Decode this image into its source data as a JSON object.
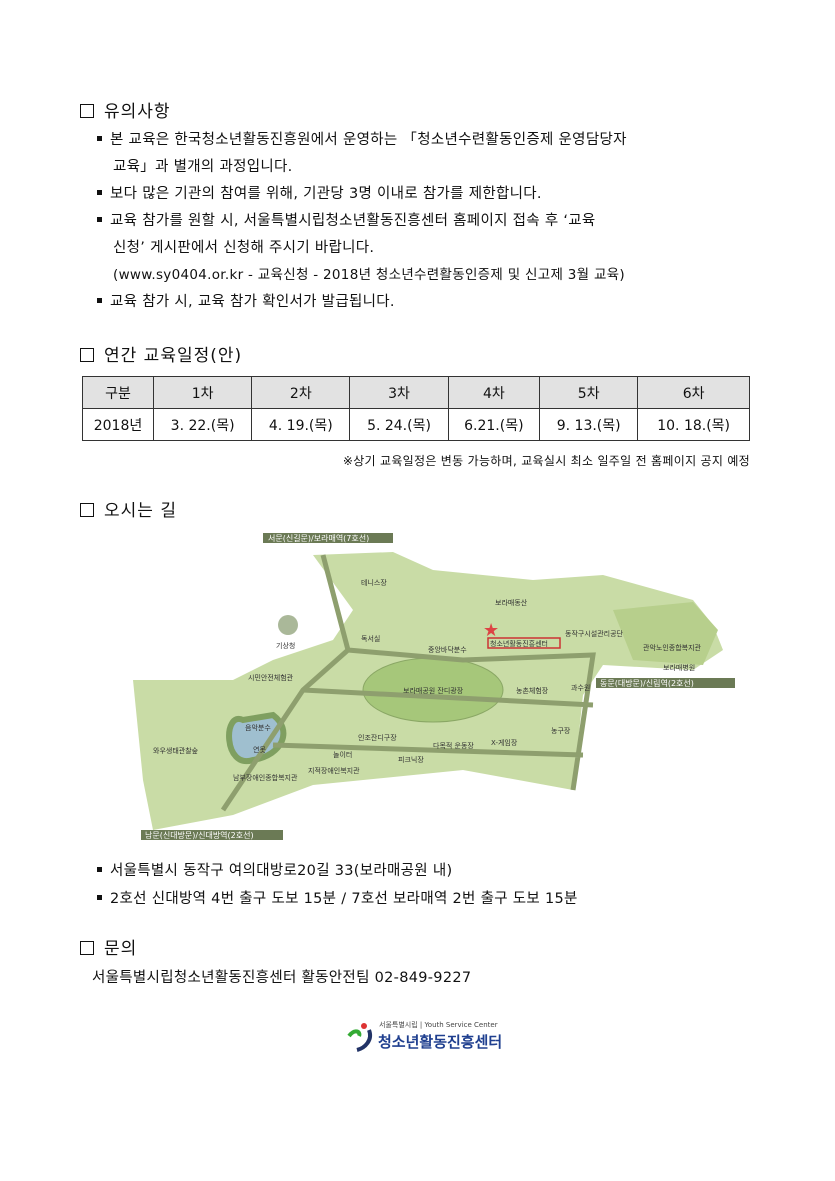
{
  "notes": {
    "heading": "유의사항",
    "items": [
      {
        "lines": [
          "본 교육은 한국청소년활동진흥원에서 운영하는 「청소년수련활동인증제 운영담당자",
          "교육」과 별개의 과정입니다."
        ]
      },
      {
        "lines": [
          "보다 많은 기관의 참여를 위해, 기관당 3명 이내로 참가를 제한합니다."
        ]
      },
      {
        "lines": [
          "교육 참가를 원할 시, 서울특별시립청소년활동진흥센터 홈페이지 접속 후 ‘교육",
          "신청’ 게시판에서 신청해 주시기 바랍니다.",
          "(www.sy0404.or.kr - 교육신청 - 2018년 청소년수련활동인증제 및 신고제 3월 교육)"
        ]
      },
      {
        "lines": [
          "교육 참가 시, 교육 참가 확인서가 발급됩니다."
        ]
      }
    ]
  },
  "schedule": {
    "heading": "연간 교육일정(안)",
    "columns": [
      "구분",
      "1차",
      "2차",
      "3차",
      "4차",
      "5차",
      "6차"
    ],
    "row": [
      "2018년",
      "3. 22.(목)",
      "4. 19.(목)",
      "5. 24.(목)",
      "6.21.(목)",
      "9. 13.(목)",
      "10. 18.(목)"
    ],
    "note": "※상기 교육일정은 변동 가능하며, 교육실시 최소 일주일 전 홈페이지 공지 예정"
  },
  "directions": {
    "heading": "오시는 길",
    "map": {
      "gate_west": "서문(신길문)/보라매역(7호선)",
      "gate_east": "동문(대방문)/신림역(2호선)",
      "gate_south": "남문(신대방문)/신대방역(2호선)",
      "destination": "청소년활동진흥센터",
      "labels": [
        "테니스장",
        "기상청",
        "독서실",
        "시민안전체험관",
        "보라매공원 잔디광장",
        "음악분수",
        "연못",
        "동작구시설관리공단",
        "관악노인종합복지관",
        "보라매병원",
        "과수원",
        "농촌체험장",
        "인조잔디구장",
        "놀이터",
        "피크닉장",
        "다목적 운동장",
        "X-게임장",
        "농구장",
        "와우생태관찰숲",
        "남부장애인종합복지관",
        "지적장애인복지관",
        "보라매동산",
        "중앙바닥분수"
      ]
    },
    "address": "서울특별시 동작구 여의대방로20길 33(보라매공원 내)",
    "transit": "2호선 신대방역 4번 출구 도보 15분 / 7호선 보라매역 2번 출구 도보 15분"
  },
  "contact": {
    "heading": "문의",
    "text": "서울특별시립청소년활동진흥센터 활동안전팀 02-849-9227"
  },
  "logo": {
    "top_left": "서울특별시립",
    "top_right": "Youth Service Center",
    "name": "청소년활동진흥센터"
  }
}
